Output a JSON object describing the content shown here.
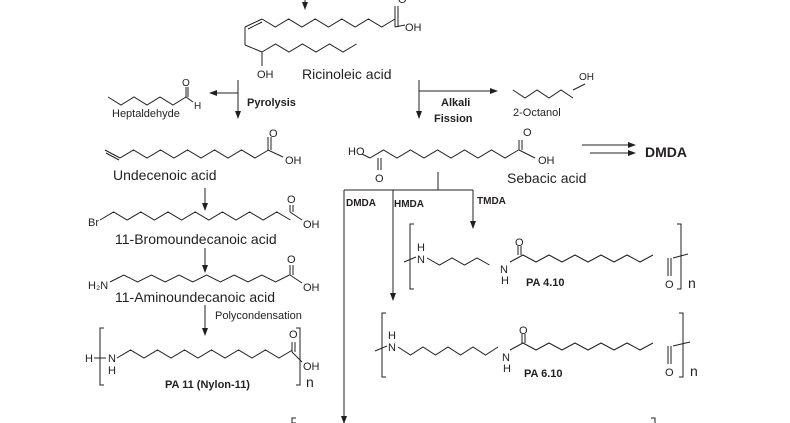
{
  "compounds": {
    "ricinoleic": {
      "name": "Ricinoleic acid",
      "oh": "OH",
      "cooh_o": "O",
      "cooh_oh": "OH"
    },
    "heptaldehyde": {
      "name": "Heptaldehyde",
      "o": "O",
      "h": "H"
    },
    "octanol": {
      "name": "2-Octanol",
      "oh": "OH"
    },
    "undecenoic": {
      "name": "Undecenoic acid",
      "o": "O",
      "oh": "OH"
    },
    "sebacic": {
      "name": "Sebacic acid",
      "ho": "HO",
      "o1": "O",
      "o2": "O",
      "oh": "OH"
    },
    "bromo": {
      "name": "11-Bromoundecanoic acid",
      "br": "Br",
      "o": "O",
      "oh": "OH"
    },
    "amino": {
      "name": "11-Aminoundecanoic acid",
      "h2n": "H₂N",
      "o": "O",
      "oh": "OH"
    },
    "pa11": {
      "name": "PA 11 (Nylon-11)",
      "h": "H",
      "n_atom": "N",
      "nh": "H",
      "o": "O",
      "oh": "OH",
      "n": "n"
    },
    "pa410": {
      "name": "PA 4.10",
      "h": "H",
      "n_atom": "N",
      "n2": "N",
      "h2": "H",
      "o1": "O",
      "o2": "O",
      "n": "n"
    },
    "pa610": {
      "name": "PA 6.10",
      "h": "H",
      "n_atom": "N",
      "n2": "N",
      "h2": "H",
      "o1": "O",
      "o2": "O",
      "n": "n"
    }
  },
  "reactions": {
    "pyrolysis": "Pyrolysis",
    "alkali1": "Alkali",
    "alkali2": "Fission",
    "polycondensation": "Polycondensation",
    "dmda_product": "DMDA",
    "branch_dmda": "DMDA",
    "branch_hmda": "HMDA",
    "branch_tmda": "TMDA"
  }
}
